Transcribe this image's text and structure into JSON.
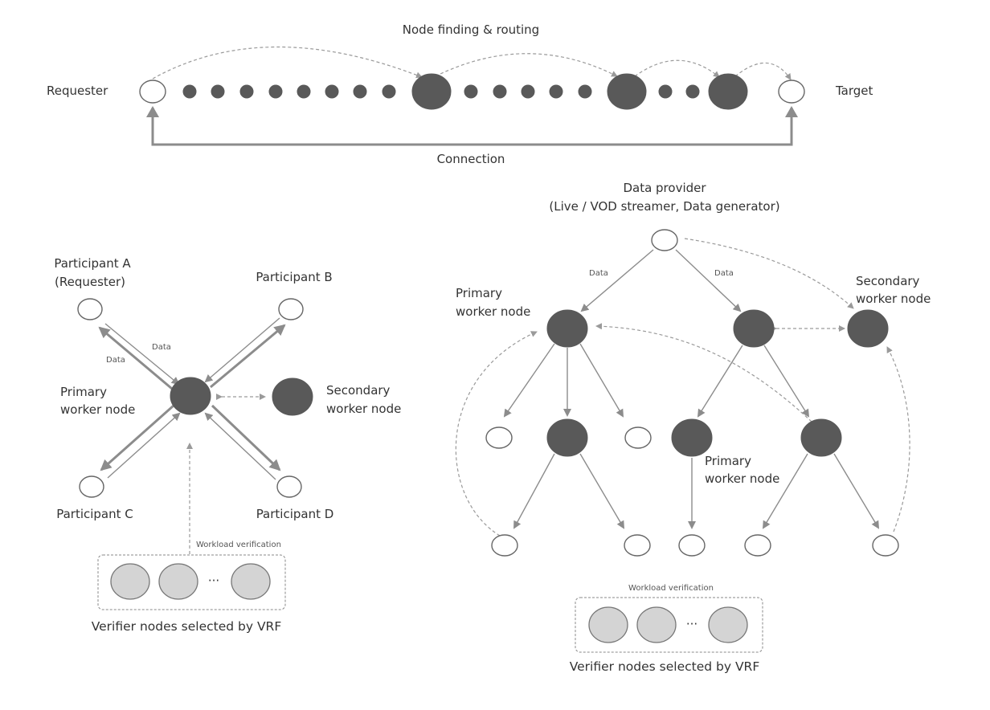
{
  "top": {
    "title": "Node finding & routing",
    "requester": "Requester",
    "target": "Target",
    "connection": "Connection"
  },
  "left": {
    "participant_a_line1": "Participant A",
    "participant_a_line2": "(Requester)",
    "participant_b": "Participant B",
    "participant_c": "Participant C",
    "participant_d": "Participant D",
    "primary_line1": "Primary",
    "primary_line2": "worker node",
    "secondary_line1": "Secondary",
    "secondary_line2": "worker node",
    "data_1": "Data",
    "data_2": "Data",
    "workload": "Workload verification",
    "ellipsis": "···",
    "verifier": "Verifier nodes selected by VRF"
  },
  "right": {
    "provider_line1": "Data provider",
    "provider_line2": "(Live / VOD streamer, Data generator)",
    "data_1": "Data",
    "data_2": "Data",
    "primary_top_line1": "Primary",
    "primary_top_line2": "worker node",
    "secondary_line1": "Secondary",
    "secondary_line2": "worker node",
    "primary_mid_line1": "Primary",
    "primary_mid_line2": "worker node",
    "workload": "Workload verification",
    "ellipsis": "···",
    "verifier": "Verifier nodes selected by VRF"
  },
  "colors": {
    "dark_node": "#595959",
    "verifier_node": "#d4d4d4",
    "edge": "#8c8c8c"
  }
}
